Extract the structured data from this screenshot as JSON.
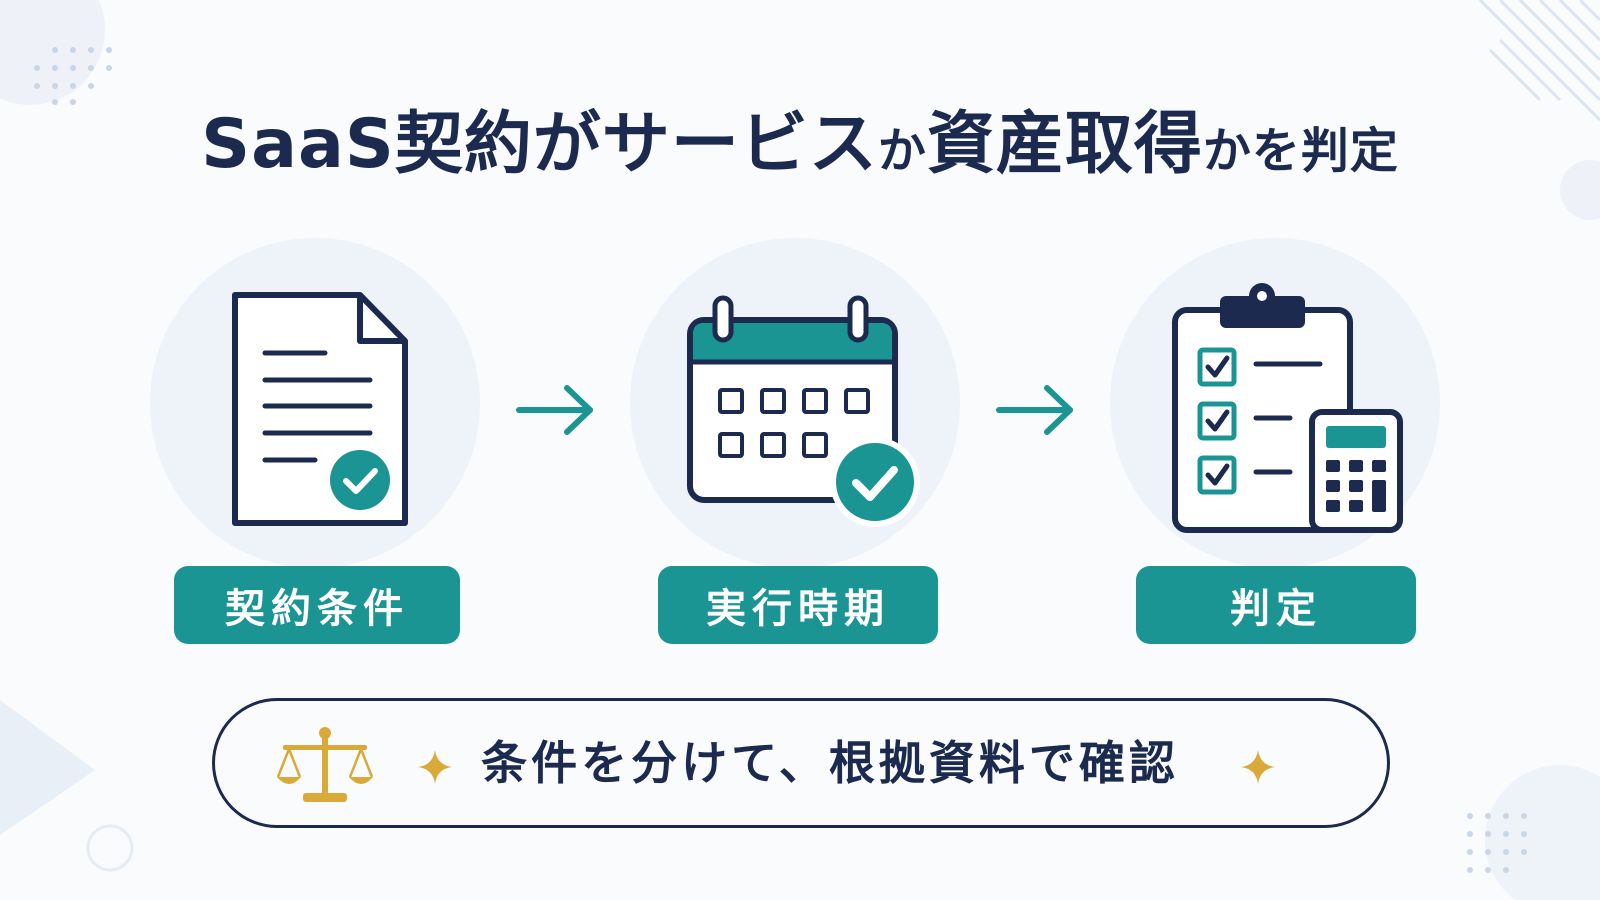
{
  "title": {
    "part1": "SaaS契約がサービス",
    "part2": "か",
    "part3": "資産取得",
    "part4": "かを判定"
  },
  "steps": [
    {
      "label": "契約条件",
      "icon": "document-check-icon"
    },
    {
      "label": "実行時期",
      "icon": "calendar-check-icon"
    },
    {
      "label": "判定",
      "icon": "clipboard-calculator-icon"
    }
  ],
  "footer": {
    "text": "条件を分けて、根拠資料で確認",
    "icon": "scales-icon"
  },
  "colors": {
    "navy": "#1b2a4e",
    "teal": "#1b9494",
    "gold": "#d9a93a",
    "circle_bg": "#eef3f9"
  }
}
